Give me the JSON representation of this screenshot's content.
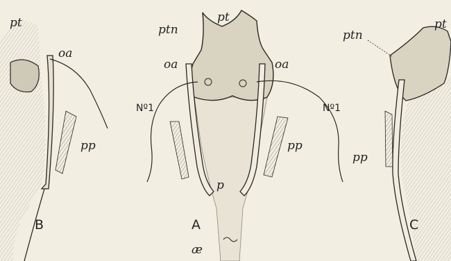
{
  "figure": {
    "panels": [
      {
        "id": "B",
        "caption": "B",
        "labels": {
          "pt": "pt",
          "oa": "oa",
          "pp": "pp"
        }
      },
      {
        "id": "A",
        "caption": "A",
        "labels": {
          "pt": "pt",
          "ptn": "ptn",
          "oa_left": "oa",
          "oa_right": "oa",
          "n1_left": "Nº1",
          "n1_right": "Nº1",
          "pp": "pp",
          "p": "p",
          "oe": "æ"
        }
      },
      {
        "id": "C",
        "caption": "C",
        "labels": {
          "pt": "pt",
          "ptn": "ptn",
          "pp": "pp"
        }
      }
    ],
    "colors": {
      "background": "#f2efe2",
      "ink": "#2a2622",
      "shade": "#8c877a"
    }
  }
}
